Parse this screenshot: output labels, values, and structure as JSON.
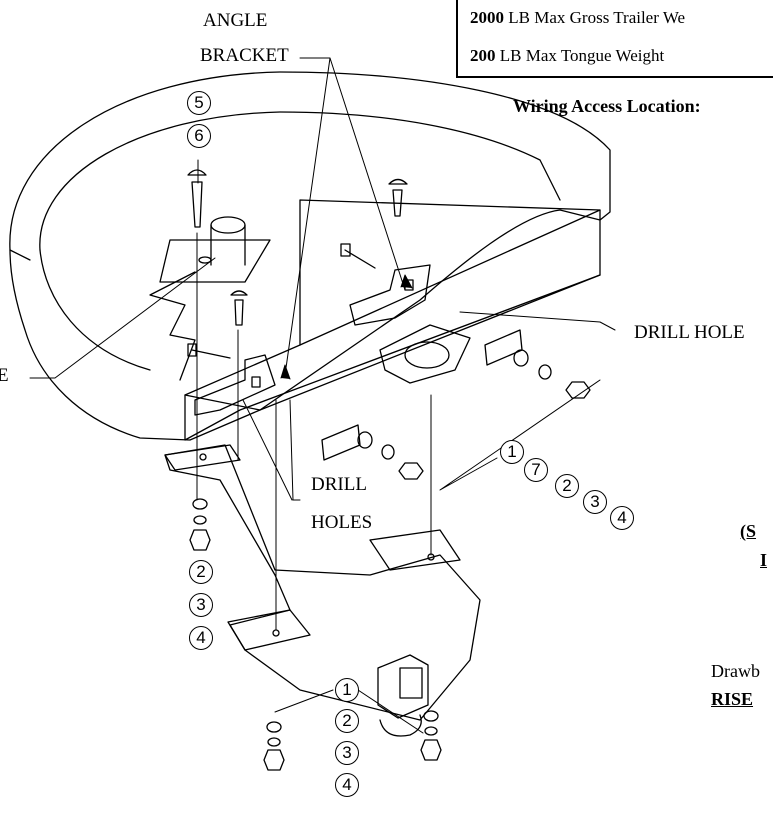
{
  "labels": {
    "angle_bracket_1": "ANGLE",
    "angle_bracket_2": "BRACKET",
    "drill_hole": "DRILL HOLE",
    "drill_holes_1": "DRILL",
    "drill_holes_2": "HOLES",
    "left_edge_fragment": "E"
  },
  "spec_box": {
    "row1_value": "2000",
    "row1_text": " LB Max Gross Trailer We",
    "row2_value": "200",
    "row2_text": " LB Max Tongue Weight"
  },
  "side_text": {
    "wiring": "Wiring Access Location:",
    "s_fragment": "(S",
    "l_fragment": "I",
    "drawbar": "Drawb",
    "rise": "RISE"
  },
  "callouts": {
    "top_stack": [
      "5",
      "6"
    ],
    "right_stack": [
      "1",
      "7",
      "2",
      "3",
      "4"
    ],
    "left_stack": [
      "2",
      "3",
      "4"
    ],
    "bottom_stack": [
      "1",
      "2",
      "3",
      "4"
    ]
  }
}
